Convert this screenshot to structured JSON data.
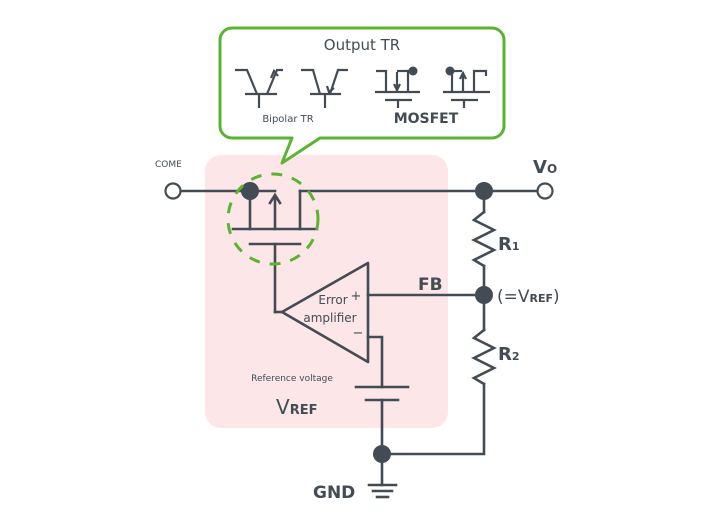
{
  "colors": {
    "wire": "#434c55",
    "accent_green": "#5ab432",
    "ic_background": "#fce6e8",
    "text": "#434c55"
  },
  "callout": {
    "title": "Output TR",
    "bipolar_label": "Bipolar TR",
    "mosfet_label": "MOSFET"
  },
  "labels": {
    "input_terminal": "COME",
    "output_terminal_main": "V",
    "output_terminal_sub": "O",
    "r1_main": "R",
    "r1_sub": "1",
    "r2_main": "R",
    "r2_sub": "2",
    "fb": "FB",
    "fb_eq_open": "(=V",
    "fb_eq_sub": "REF",
    "fb_eq_close": ")",
    "amp_line1": "Error",
    "amp_line2": "amplifier",
    "amp_plus": "+",
    "amp_minus": "−",
    "ref_caption": "Reference voltage",
    "vref_main": "V",
    "vref_sub": "REF",
    "gnd": "GND"
  }
}
